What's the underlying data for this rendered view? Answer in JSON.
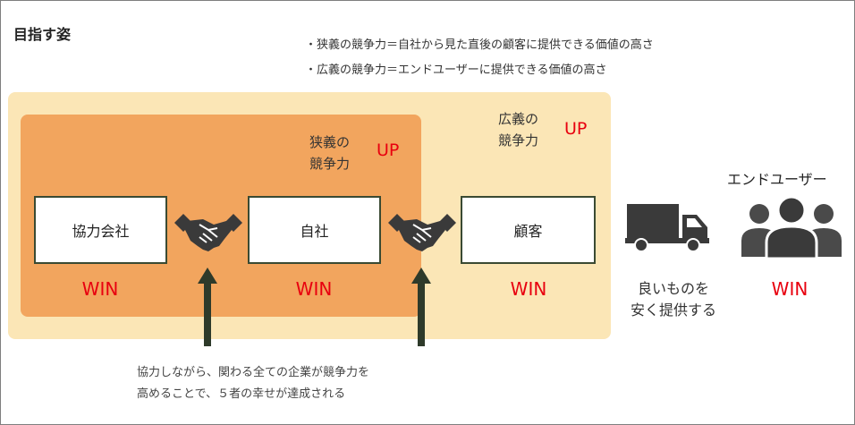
{
  "title": "目指す姿",
  "definitions": [
    "・狭義の競争力＝自社から見た直後の顧客に提供できる価値の高さ",
    "・広義の競争力＝エンドユーザーに提供できる価値の高さ"
  ],
  "wide_area": {
    "label_line1": "広義の",
    "label_line2": "競争力",
    "up": "UP"
  },
  "narrow_area": {
    "label_line1": "狭義の",
    "label_line2": "競争力",
    "up": "UP"
  },
  "boxes": [
    "協力会社",
    "自社",
    "顧客"
  ],
  "win": "WIN",
  "truck_text": {
    "line1": "良いものを",
    "line2": "安く提供する"
  },
  "end_user": {
    "label": "エンドユーザー"
  },
  "bottom_note": {
    "line1": "協力しながら、関わる全ての企業が競争力を",
    "line2": "高めることで、５者の幸せが達成される"
  },
  "colors": {
    "wide_bg": "#fbe6b6",
    "narrow_bg": "#f2a55e",
    "accent_red": "#e8000f",
    "icon_dark": "#3a3a3a",
    "arrow": "#2e3a2a"
  }
}
